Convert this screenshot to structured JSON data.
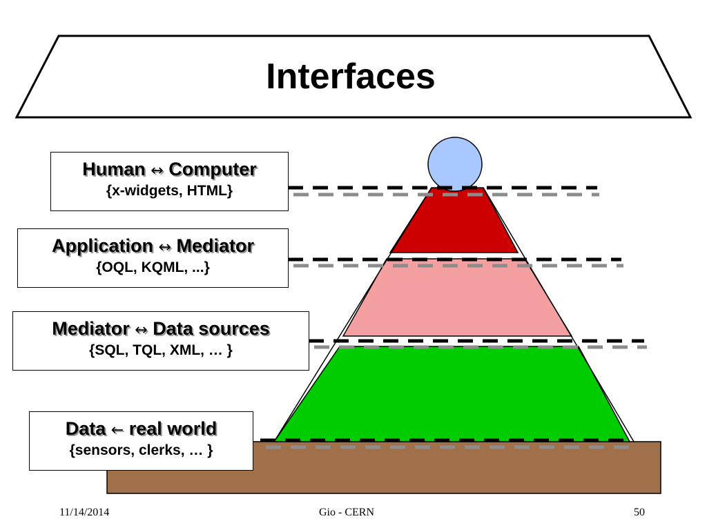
{
  "slide": {
    "title": "Interfaces",
    "layers": [
      {
        "from": "Human",
        "arrow": "↔",
        "to": "Computer",
        "examples": "{x-widgets, HTML}"
      },
      {
        "from": "Application",
        "arrow": "↔",
        "to": "Mediator",
        "examples": "{OQL, KQML, ...}"
      },
      {
        "from": "Mediator",
        "arrow": "↔",
        "to": "Data sources",
        "examples": "{SQL, TQL, XML, … }"
      },
      {
        "from": "Data",
        "arrow": "←",
        "to": "real world",
        "examples": "{sensors, clerks, … }"
      }
    ]
  },
  "footer": {
    "date": "11/14/2014",
    "center": "Gio - CERN",
    "page": "50"
  },
  "colors": {
    "head": "#a8c8ff",
    "top_tier": "#cc0000",
    "middle_tier": "#f4a0a0",
    "bottom_tier": "#00cc00",
    "ground": "#a0704a"
  },
  "icons": {
    "arrow_both": "left-right-arrow-icon",
    "arrow_left": "left-arrow-icon"
  }
}
